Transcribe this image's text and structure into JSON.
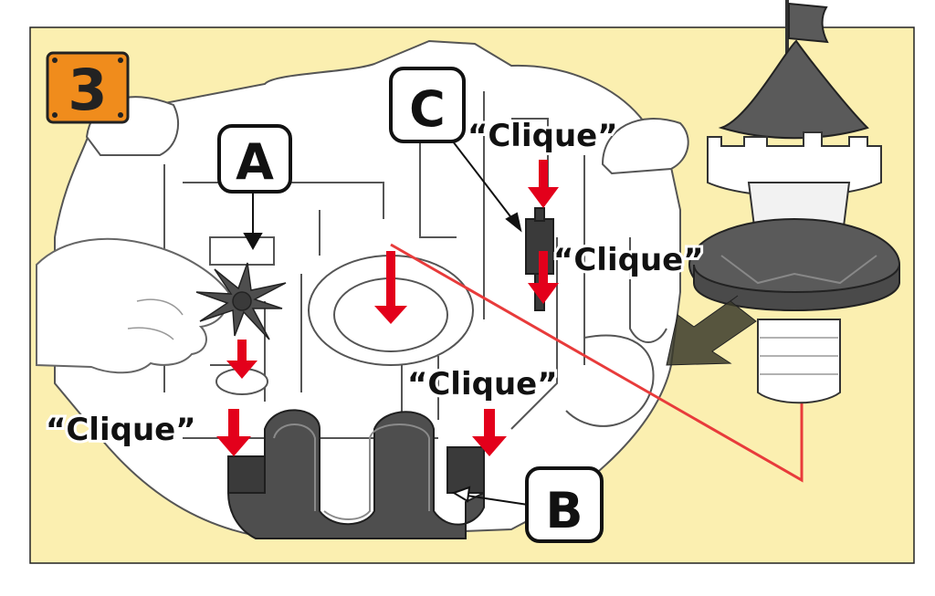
{
  "step": {
    "number": "3",
    "badge_color": "#f08c1c"
  },
  "callouts": {
    "a": "A",
    "b": "B",
    "c": "C"
  },
  "click_labels": {
    "top": "“Clique”",
    "middle_right": "“Clique”",
    "center": "“Clique”",
    "left": "“Clique”"
  },
  "colors": {
    "background_panel": "#fbefb0",
    "arrow_red": "#e3001b",
    "guide_line": "#e83b3b",
    "part_gray": "#4e4e4e",
    "castle_gray": "#5a5a5a"
  },
  "icons": [
    "star-peg-icon",
    "castle-tower-icon",
    "flag-icon",
    "hand-icon"
  ]
}
